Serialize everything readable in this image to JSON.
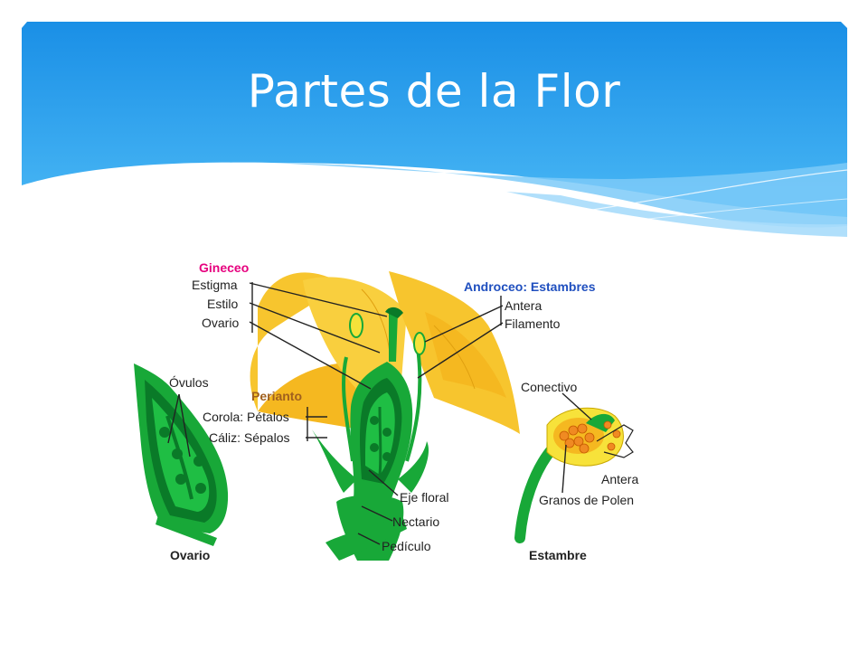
{
  "slide": {
    "title": "Partes de la Flor"
  },
  "diagram": {
    "gineceo": {
      "heading": "Gineceo",
      "color": "#e6007e",
      "parts": [
        "Estigma",
        "Estilo",
        "Ovario"
      ]
    },
    "androceo": {
      "heading": "Androceo: Estambres",
      "color": "#1f4fbf",
      "parts": [
        "Antera",
        "Filamento"
      ]
    },
    "perianto": {
      "heading": "Perianto",
      "color": "#a0601e",
      "parts": [
        "Corola: Pétalos",
        "Cáliz: Sépalos"
      ]
    },
    "ovario_detail": {
      "caption": "Ovario",
      "parts": [
        "Óvulos"
      ]
    },
    "estambre_detail": {
      "caption": "Estambre",
      "parts": [
        "Conectivo",
        "Antera",
        "Granos de Polen"
      ]
    },
    "stem_parts": [
      "Eje floral",
      "Nectario",
      "Pedículo"
    ]
  },
  "colors": {
    "header_top": "#1a96e8",
    "header_bottom": "#48b6f4",
    "petal": "#f7c52e",
    "green": "#18a838",
    "dark_green": "#0a7a28",
    "pollen": "#f08a22"
  }
}
